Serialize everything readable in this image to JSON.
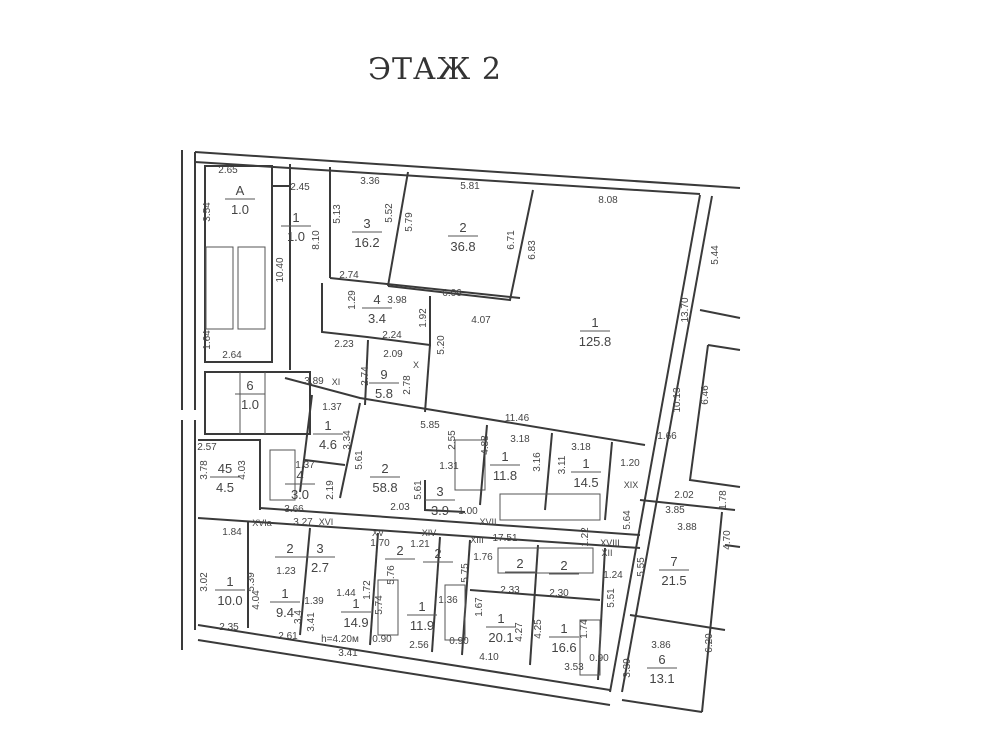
{
  "title": "ЭТАЖ 2",
  "rooms": [
    {
      "num": "A",
      "area": "1.0"
    },
    {
      "num": "1",
      "area": "1.0"
    },
    {
      "num": "3",
      "area": "16.2"
    },
    {
      "num": "2",
      "area": "36.8"
    },
    {
      "num": "1",
      "area": "125.8"
    },
    {
      "num": "4",
      "area": "3.4"
    },
    {
      "num": "9",
      "area": "5.8"
    },
    {
      "num": "6",
      "area": "1.0"
    },
    {
      "num": "1",
      "area": "4.6"
    },
    {
      "num": "2",
      "area": "58.8"
    },
    {
      "num": "45",
      "area": "4.5"
    },
    {
      "num": "4",
      "area": "3.0"
    },
    {
      "num": "3",
      "area": "3.9"
    },
    {
      "num": "1",
      "area": "11.8"
    },
    {
      "num": "1",
      "area": "14.5"
    },
    {
      "num": "7",
      "area": "21.5"
    },
    {
      "num": "6",
      "area": "13.1"
    },
    {
      "num": "1",
      "area": "10.0"
    },
    {
      "num": "1",
      "area": "9.4"
    },
    {
      "num": "1",
      "area": "14.9"
    },
    {
      "num": "1",
      "area": "11.9"
    },
    {
      "num": "1",
      "area": "20.1"
    },
    {
      "num": "1",
      "area": "16.6"
    },
    {
      "num": "2",
      "area": ""
    },
    {
      "num": "3",
      "area": "2.7"
    },
    {
      "num": "2",
      "area": ""
    },
    {
      "num": "2",
      "area": ""
    },
    {
      "num": "2",
      "area": ""
    },
    {
      "num": "2",
      "area": ""
    }
  ],
  "dimensions": [
    "2.65",
    "2.45",
    "3.36",
    "3.54",
    "5.13",
    "5.52",
    "5.79",
    "5.81",
    "8.08",
    "8.10",
    "10.40",
    "6.71",
    "6.83",
    "5.44",
    "2.74",
    "6.06",
    "3.98",
    "1.29",
    "4.07",
    "1.92",
    "2.24",
    "2.23",
    "2.09",
    "5.20",
    "13.70",
    "1.64",
    "2.64",
    "3.89",
    "2.74",
    "2.78",
    "10.13",
    "6.46",
    "1.37",
    "5.85",
    "11.46",
    "2.55",
    "3.18",
    "3.18",
    "4.88",
    "3.16",
    "3.11",
    "1.66",
    "3.34",
    "5.61",
    "1.31",
    "5.61",
    "1.20",
    "2.57",
    "3.78",
    "4.03",
    "1.37",
    "2.19",
    "2.03",
    "3.66",
    "3.27",
    "1.84",
    "1.00",
    "17.51",
    "1.22",
    "2.02",
    "1.78",
    "3.85",
    "3.88",
    "4.70",
    "5.64",
    "5.55",
    "1.70",
    "1.21",
    "1.76",
    "2.33",
    "2.30",
    "1.24",
    "5.51",
    "1.23",
    "3.02",
    "5.39",
    "4.04",
    "1.39",
    "1.44",
    "1.72",
    "5.76",
    "5.74",
    "1.36",
    "5.75",
    "3.41",
    "3.4",
    "h=4.20м",
    "0.90",
    "2.35",
    "2.61",
    "3.41",
    "2.56",
    "0.90",
    "1.67",
    "4.27",
    "4.25",
    "1.74",
    "0.90",
    "4.10",
    "3.53",
    "3.86",
    "3.39",
    "6.20"
  ],
  "section_labels": [
    "XI",
    "X",
    "XIX",
    "XVI",
    "XVIa",
    "XV",
    "XIV",
    "XIII",
    "XVII",
    "XVIII",
    "XII"
  ]
}
